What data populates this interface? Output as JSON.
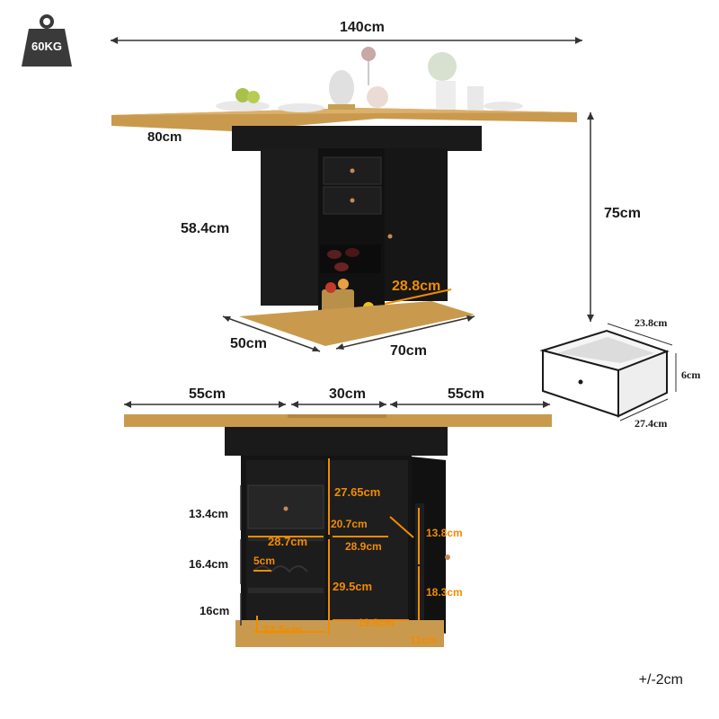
{
  "weight_badge": {
    "label": "60KG",
    "icon": "weight-icon"
  },
  "top_view": {
    "total_width": "140cm",
    "top_depth": "80cm",
    "height_total": "75cm",
    "cabinet_height": "58.4cm",
    "base_depth": "50cm",
    "base_width": "70cm",
    "wine_width": "28.8cm"
  },
  "drawer": {
    "width": "23.8cm",
    "height": "6cm",
    "depth": "27.4cm"
  },
  "front_view": {
    "leaf_left": "55cm",
    "center": "30cm",
    "leaf_right": "55cm",
    "h1": "13.4cm",
    "h2": "16.4cm",
    "h3": "16cm",
    "gap": "5cm",
    "shelf_width": "28.7cm",
    "base_shelf": "32.5cm",
    "compartment_height": "27.65cm",
    "inner_a": "20.7cm",
    "inner_b": "28.9cm",
    "lower_height": "29.5cm",
    "bottom_width": "19.9cm",
    "door_h1": "13.8cm",
    "door_h2": "18.3cm",
    "door_depth": "11cm"
  },
  "tolerance": "+/-2cm"
}
